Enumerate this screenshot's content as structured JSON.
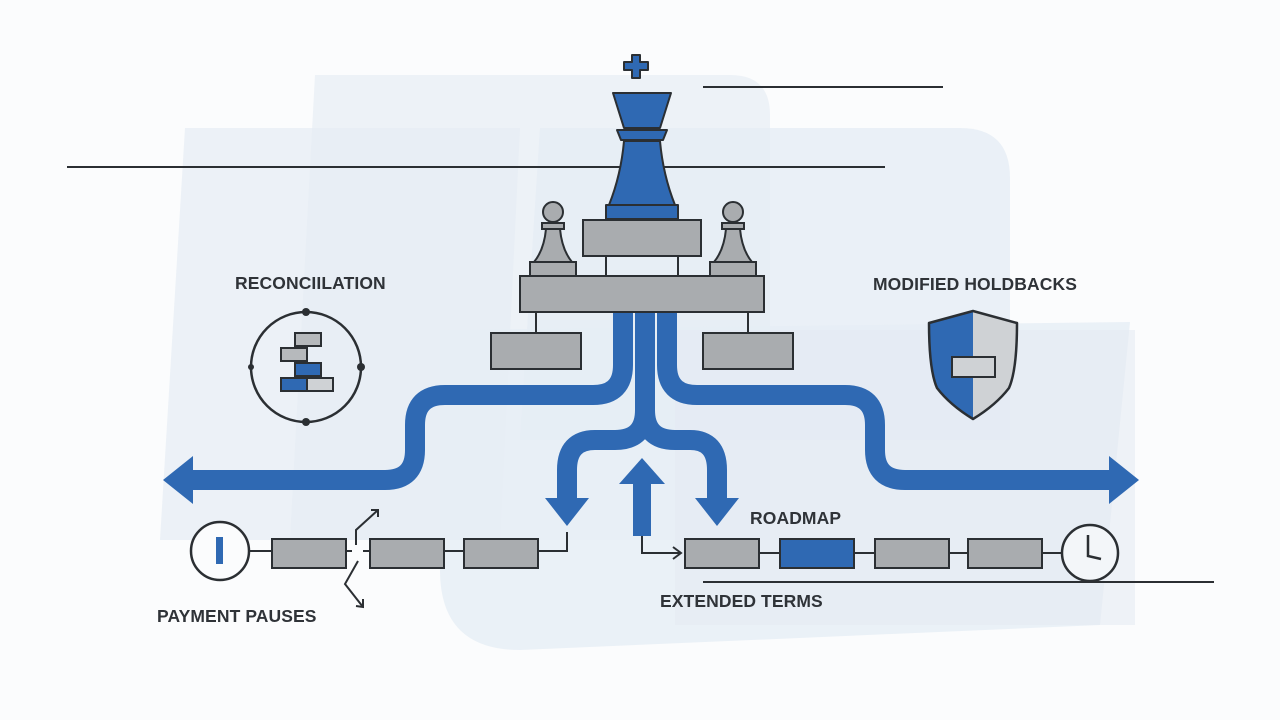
{
  "diagram": {
    "title": "Strategic cash-flow levers",
    "labels": {
      "reconciliation": "RECONCIILATION",
      "modified_holdbacks": "MODIFIED HOLDBACKS",
      "payment_pauses": "PAYMENT PAUSES",
      "roadmap": "ROADMAP",
      "extended_terms": "EXTENDED TERMS"
    },
    "icons": {
      "top_piece": "chess-king-icon",
      "side_pieces": "chess-pawn-icon",
      "reconciliation": "stacked-blocks-icon",
      "modified_holdbacks": "shield-icon",
      "payment_pauses": "pause-icon",
      "extended_terms": "clock-icon"
    },
    "timelines": {
      "payment_pauses": {
        "segments": 3,
        "highlighted_index": null
      },
      "extended_terms": {
        "segments": 4,
        "highlighted_index": 1
      }
    },
    "colors": {
      "accent_blue": "#2f69b3",
      "gray_fill": "#a9acaf",
      "light_gray_fill": "#cfd2d5",
      "outline": "#2b2f33",
      "background": "#fbfcfd",
      "panel": "#e9eff5",
      "text": "#2f3338"
    }
  }
}
